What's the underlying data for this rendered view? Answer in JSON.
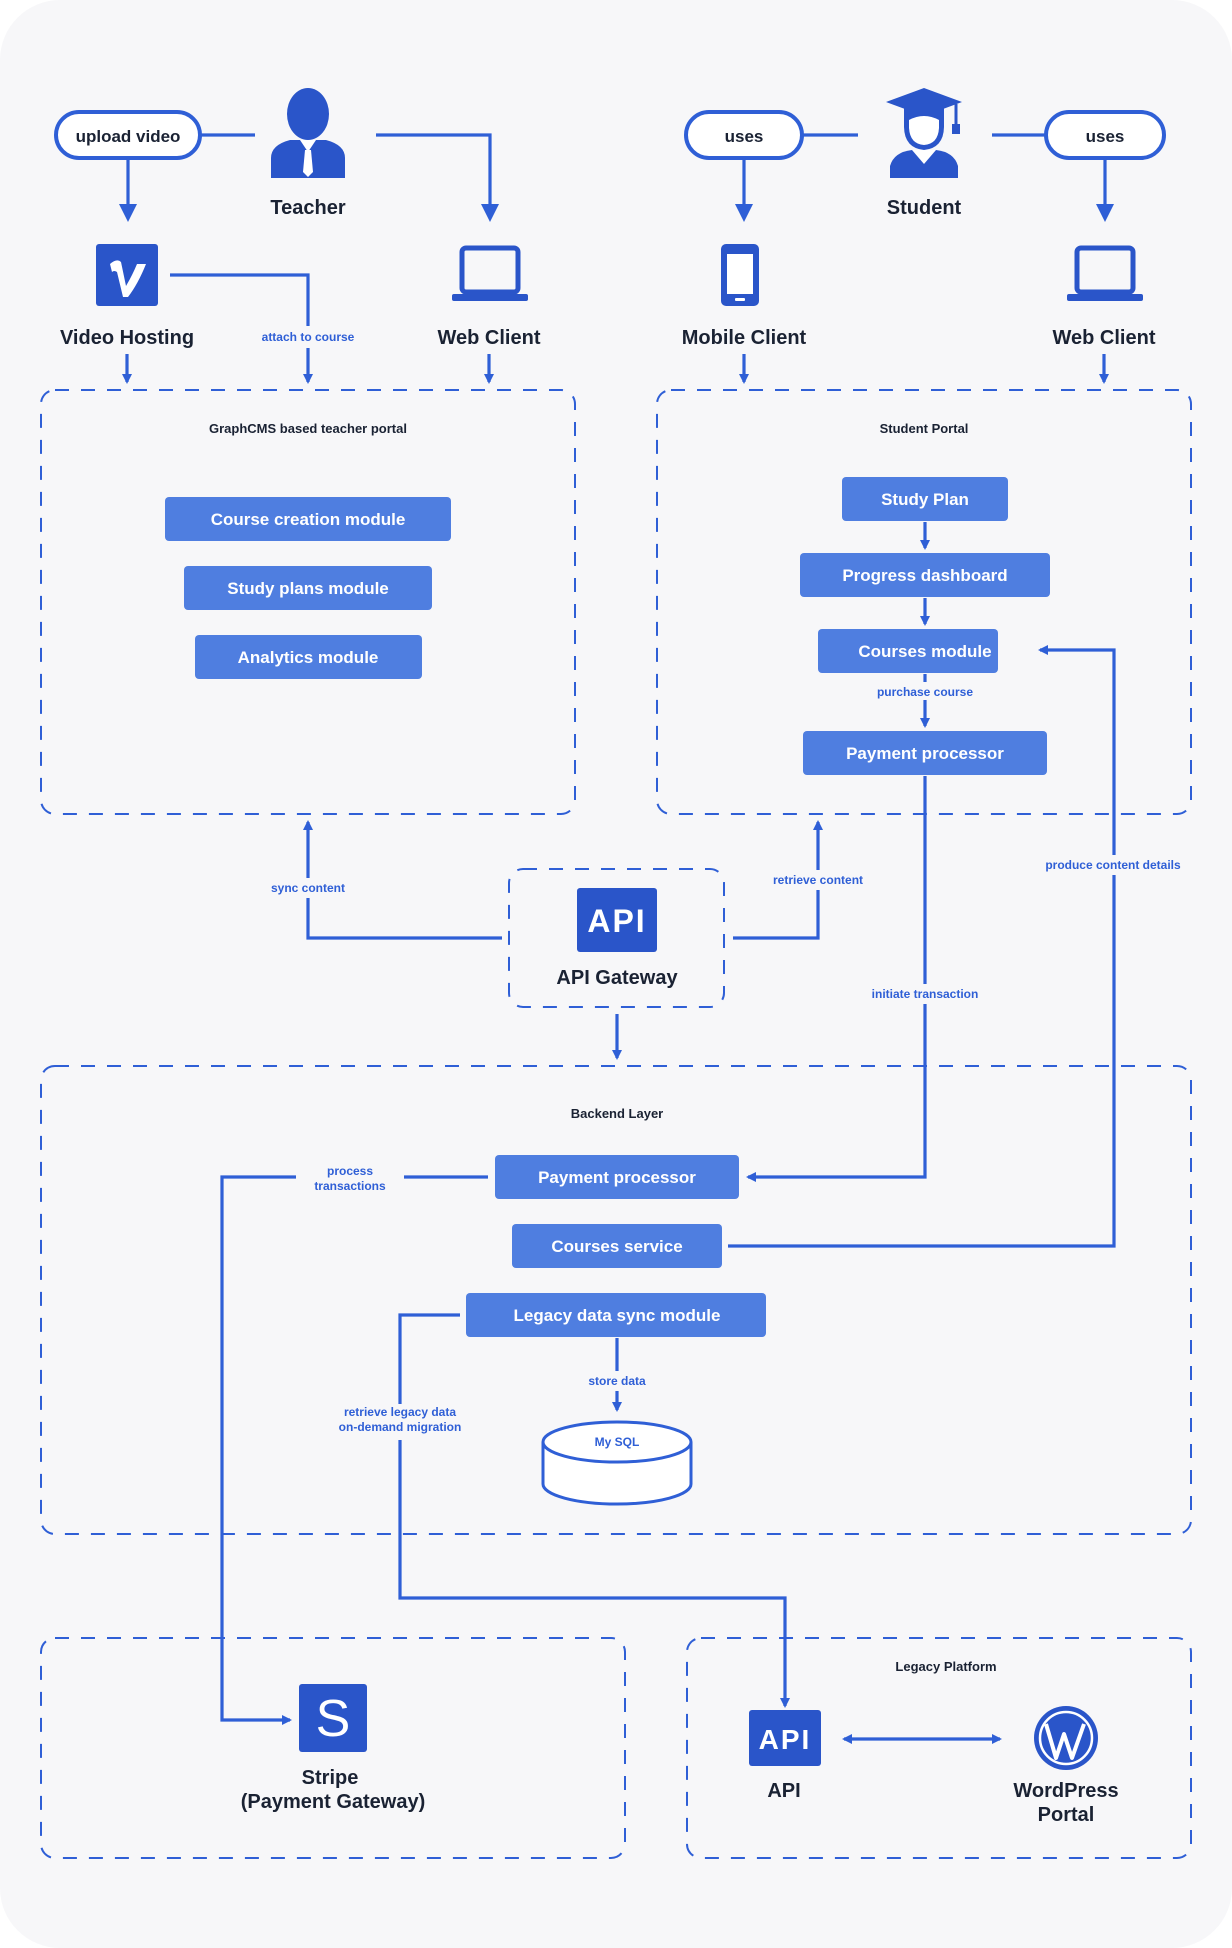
{
  "actors": {
    "teacher": "Teacher",
    "student": "Student"
  },
  "pills": {
    "upload_video": "upload video",
    "uses_mobile": "uses",
    "uses_web": "uses"
  },
  "clients": {
    "video_hosting": "Video Hosting",
    "web_client_teacher": "Web Client",
    "mobile_client": "Mobile Client",
    "web_client_student": "Web Client"
  },
  "teacher_portal": {
    "title": "GraphCMS based teacher portal",
    "modules": [
      "Course creation module",
      "Study plans module",
      "Analytics module"
    ]
  },
  "student_portal": {
    "title": "Student Portal",
    "modules": [
      "Study Plan",
      "Progress dashboard",
      "Courses module",
      "Payment processor"
    ]
  },
  "api_gateway": {
    "icon_text": "API",
    "label": "API Gateway"
  },
  "backend": {
    "title": "Backend Layer",
    "modules": [
      "Payment processor",
      "Courses service",
      "Legacy data sync module"
    ],
    "database": "My SQL"
  },
  "stripe": {
    "icon_text": "S",
    "label_line1": "Stripe",
    "label_line2": "(Payment Gateway)"
  },
  "legacy": {
    "title": "Legacy Platform",
    "api_icon_text": "API",
    "api_label": "API",
    "wp_line1": "WordPress",
    "wp_line2": "Portal"
  },
  "edges": {
    "attach_to_course": "attach to course",
    "purchase_course": "purchase course",
    "sync_content": "sync content",
    "retrieve_content": "retrieve content",
    "produce_content_details": "produce content details",
    "initiate_transaction": "initiate transaction",
    "process_transactions_1": "process",
    "process_transactions_2": "transactions",
    "store_data": "store data",
    "retrieve_legacy_1": "retrieve legacy data",
    "retrieve_legacy_2": "on-demand migration"
  },
  "colors": {
    "primary": "#2f5fd6",
    "icon_blue": "#2a55c9",
    "module_fill": "#4f7ee0",
    "text_dark": "#1a2233",
    "background": "#f7f7f9"
  },
  "icons": [
    "teacher-icon",
    "student-graduate-icon",
    "vimeo-icon",
    "laptop-icon",
    "mobile-phone-icon",
    "api-icon",
    "stripe-icon",
    "wordpress-icon",
    "database-icon"
  ]
}
